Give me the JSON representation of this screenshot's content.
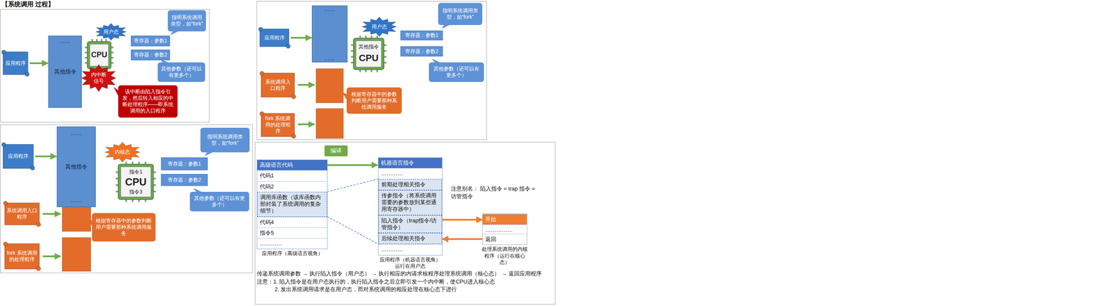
{
  "diagram": {
    "title": "【系统调用 过程】",
    "nodes": [
      {
        "text": [
          "应用程序"
        ]
      },
      {
        "text": [
          "……",
          "其他指令"
        ]
      },
      {
        "text": [
          "CPU"
        ]
      },
      {
        "text": [
          "用户态"
        ]
      },
      {
        "text": [
          "内中断信号"
        ]
      },
      {
        "text": [
          "寄存器：参数1"
        ]
      },
      {
        "text": [
          "寄存器：参数2"
        ]
      },
      {
        "text": [
          "指明系统调用类型，如“fork”"
        ]
      },
      {
        "text": [
          "其他参数（还可以有更多个）"
        ]
      },
      {
        "text": [
          "该中断由陷入指令引发，然后转入相应的中断处理程序——即系统调用的入口程序"
        ]
      },
      {
        "text": [
          "应用程序"
        ]
      },
      {
        "text": [
          "……",
          "……"
        ]
      },
      {
        "text": [
          "其他指令",
          "CPU"
        ]
      },
      {
        "text": [
          "用户态"
        ]
      },
      {
        "text": [
          "寄存器：参数1"
        ]
      },
      {
        "text": [
          "寄存器：参数2"
        ]
      },
      {
        "text": [
          "指明系统调用类型，如“fork”"
        ]
      },
      {
        "text": [
          "其他参数（还可以有更多个）"
        ]
      },
      {
        "text": [
          "系统调用入口程序"
        ]
      },
      {
        "text": [
          "根据寄存器中的参数判断用户需要那种系统调用服务"
        ]
      },
      {
        "text": [
          "fork 系统调用的处理程序"
        ]
      },
      {
        "text": [
          "应用程序"
        ]
      },
      {
        "text": [
          "……",
          "其他指令",
          "……"
        ]
      },
      {
        "text": [
          "指令1",
          "CPU",
          "指令3"
        ]
      },
      {
        "text": [
          "内核态"
        ]
      },
      {
        "text": [
          "寄存器：参数1"
        ]
      },
      {
        "text": [
          "寄存器：参数2"
        ]
      },
      {
        "text": [
          "指明系统调用类型，如“fork”"
        ]
      },
      {
        "text": [
          "其他参数（还可以有更多个）"
        ]
      },
      {
        "text": [
          "系统调用入口程序"
        ]
      },
      {
        "text": [
          "根据寄存器中的参数判断用户需要那种系统调用服务"
        ]
      },
      {
        "text": [
          "fork 系统调用的处理程序"
        ]
      },
      {
        "text": [
          "编译"
        ]
      },
      {
        "text": [
          "高级语言代码",
          "应用程序（高级语言视角）"
        ]
      },
      {
        "text": [
          "代码1"
        ],
        "in": 33
      },
      {
        "text": [
          "代码2"
        ],
        "in": 33
      },
      {
        "text": [
          "调用库函数（该库函数内部封装了系统调用的复杂细节）"
        ],
        "in": 33
      },
      {
        "text": [
          "代码4"
        ],
        "in": 33
      },
      {
        "text": [
          "指令5"
        ],
        "in": 33
      },
      {
        "text": [
          "…………"
        ],
        "in": 33
      },
      {
        "text": [
          "机器语言指令",
          "应用程序（机器语言视角） 运行在用户态"
        ]
      },
      {
        "text": [
          "…………"
        ],
        "in": 40
      },
      {
        "text": [
          "前期处理相关指令"
        ],
        "in": 40
      },
      {
        "text": [
          "传参指令（将系统调用需要的参数放到某些通用寄存器中）"
        ],
        "in": 40
      },
      {
        "text": [
          "陷入指令（trap指令/访管指令）"
        ],
        "in": 40
      },
      {
        "text": [
          "后续处理相关指令"
        ],
        "in": 40
      },
      {
        "text": [
          "…………"
        ],
        "in": 40
      },
      {
        "text": [
          "处理系统调用的内核程序（运行在核心态）"
        ]
      },
      {
        "text": [
          "开始"
        ],
        "in": 47
      },
      {
        "text": [
          "……………"
        ],
        "in": 47
      },
      {
        "text": [
          "返回"
        ],
        "in": 47
      }
    ],
    "edges": [
      {
        "from": 0,
        "to": 1,
        "arrow": "to"
      },
      {
        "from": 10,
        "to": 11,
        "arrow": "to"
      },
      {
        "from": 21,
        "to": 22,
        "arrow": "to"
      },
      {
        "from": 33,
        "to": 40,
        "arrow": "to"
      },
      {
        "from": 36,
        "to": 42,
        "arrow": "none"
      },
      {
        "from": 36,
        "to": 45,
        "arrow": "none"
      },
      {
        "from": 44,
        "to": 48,
        "arrow": "to"
      },
      {
        "from": 50,
        "to": 45,
        "arrow": "to"
      }
    ],
    "labels": [
      "注意别名： 陷入指令 = trap 指令 = 访管指令",
      "传递系统调用参数 → 执行陷入指令（用户态） → 执行相应的内请求核程序处理系统调用（核心态） → 返回应用程序",
      "注意：1. 陷入指令是在用户态执行的，执行陷入指令之后立即引发一个内中断，使CPU进入核心态",
      "2. 发出系统调用请求是在用户态，而对系统调用的相应处理在核心态下进行"
    ]
  }
}
